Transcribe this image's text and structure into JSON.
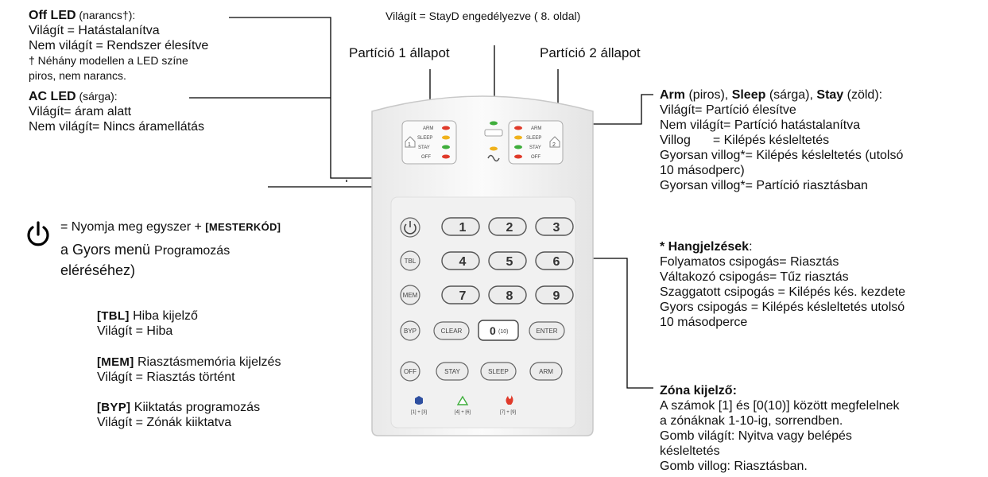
{
  "top_center": {
    "stayd": "Világít = StayD engedélyezve ( 8. oldal)",
    "partition1": "Partíció 1 állapot",
    "partition2": "Partíció 2 állapot"
  },
  "off_led": {
    "title": "Off LED",
    "title_note": " (narancs†):",
    "line1": "Világít = Hatástalanítva",
    "line2": "Nem világít = Rendszer élesítve",
    "note1": "† Néhány modellen a LED színe",
    "note2": "piros, nem narancs."
  },
  "ac_led": {
    "title": "AC LED",
    "title_note": " (sárga):",
    "line1": "Világít= áram alatt",
    "line2": "Nem világít= Nincs áramellátás"
  },
  "power": {
    "prefix": "= Nyomja meg egyszer + ",
    "code": "[MESTERKÓD]",
    "line2a": "a Gyors menü ",
    "line2b": "Programozás",
    "line3": "eléréséhez)"
  },
  "tbl": {
    "key": "[TBL]",
    "desc": " Hiba kijelző",
    "line2": "Világít = Hiba"
  },
  "mem": {
    "key": "[MEM]",
    "desc": " Riasztásmemória kijelzés",
    "line2": "Világít = Riasztás történt"
  },
  "byp": {
    "key": "[BYP]",
    "desc": " Kiiktatás programozás",
    "line2": "Világít = Zónák kiiktatva"
  },
  "arm_block": {
    "arm": "Arm",
    "arm_note": " (piros), ",
    "sleep": "Sleep",
    "sleep_note": " (sárga), ",
    "stay": "Stay",
    "stay_note": " (zöld):",
    "line1": "Világít= Partíció élesítve",
    "line2": "Nem világít= Partíció hatástalanítva",
    "line3a": "Villog",
    "line3b": "= Kilépés késleltetés",
    "line4": "Gyorsan villog*= Kilépés késleltetés (utolsó",
    "line5": "10 másodperc)",
    "line6": "Gyorsan villog*= Partíció riasztásban"
  },
  "sounds": {
    "title": "* Hangjelzések",
    "colon": ":",
    "line1": "Folyamatos csipogás= Riasztás",
    "line2": "Váltakozó csipogás= Tűz riasztás",
    "line3": "Szaggatott csipogás = Kilépés kés. kezdete",
    "line4": "Gyors csipogás = Kilépés késleltetés utolsó",
    "line5": "10 másodperce"
  },
  "zone": {
    "title": "Zóna kijelző:",
    "line1": "A számok [1] és [0(10)] között megfelelnek",
    "line2": "a zónáknak 1-10-ig, sorrendben.",
    "line3": "Gomb világít: Nyitva vagy belépés",
    "line4": "késleltetés",
    "line5": "Gomb villog: Riasztásban."
  },
  "keypad": {
    "led_labels": {
      "arm": "ARM",
      "sleep": "SLEEP",
      "stay": "STAY",
      "off": "OFF"
    },
    "partition_marks": [
      "1",
      "2"
    ],
    "keys": [
      "1",
      "2",
      "3",
      "4",
      "5",
      "6",
      "7",
      "8",
      "9"
    ],
    "tbl": "TBL",
    "mem": "MEM",
    "byp": "BYP",
    "clear": "CLEAR",
    "zero": "0",
    "zero_sub": "(10)",
    "enter": "ENTER",
    "off": "OFF",
    "stay": "STAY",
    "sleep": "SLEEP",
    "arm": "ARM",
    "panic": [
      "[1] + [3]",
      "[4] + [6]",
      "[7] + [9]"
    ],
    "colors": {
      "red": "#e03a2a",
      "yellow": "#f0b21c",
      "green": "#3fae3c"
    }
  }
}
